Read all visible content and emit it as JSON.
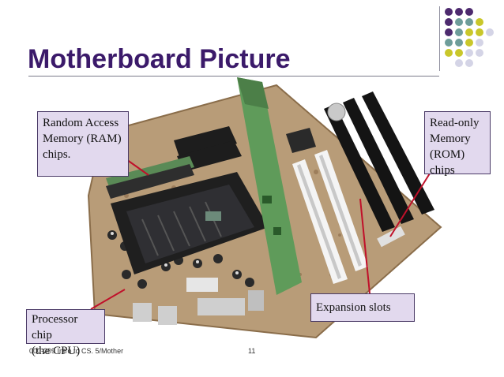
{
  "slide": {
    "title": "Motherboard Picture",
    "callouts": {
      "ram": [
        "Random Access",
        "Memory (RAM)",
        "chips."
      ],
      "rom": [
        "Read-only",
        "Memory",
        "(ROM)",
        "chips"
      ],
      "cpu": [
        "Processor chip",
        "(the CPU)"
      ],
      "expansion": [
        "Expansion slots"
      ]
    },
    "footer": {
      "course": "000-209 Intro to CS. 5/Mother",
      "page_number": "11"
    }
  },
  "colors": {
    "title": "#3b1a6a",
    "callout_fill": "#e2d9ee",
    "arrow": "#c0102a",
    "dot_purple": "#4d2a6e",
    "dot_teal": "#6e9d9a",
    "dot_yellow": "#c9c72a",
    "dot_gray": "#d4d4e6"
  },
  "image": {
    "description_icon": "motherboard-photo"
  }
}
